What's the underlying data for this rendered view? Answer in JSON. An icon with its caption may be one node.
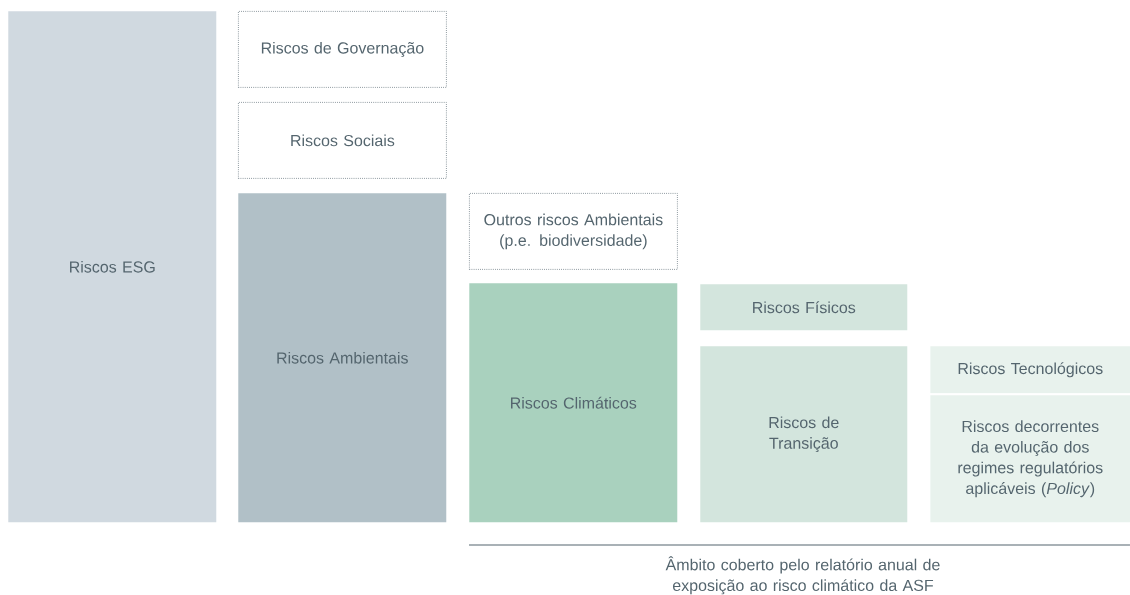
{
  "diagram": {
    "caption": "Âmbito coberto pelo relatório anual de exposição ao risco climático da ASF",
    "nodes": [
      {
        "text": [
          "Riscos ESG"
        ]
      },
      {
        "text": [
          "Riscos de Governação"
        ]
      },
      {
        "text": [
          "Riscos Sociais"
        ]
      },
      {
        "text": [
          "Riscos Ambientais"
        ]
      },
      {
        "text": [
          "Outros riscos Ambientais (p.e. biodiversidade)"
        ]
      },
      {
        "text": [
          "Riscos Climáticos"
        ]
      },
      {
        "text": [
          "Riscos Físicos"
        ]
      },
      {
        "text": [
          "Riscos de Transição"
        ]
      },
      {
        "text": [
          "Riscos Tecnológicos"
        ]
      },
      {
        "text": [
          "Riscos decorrentes da evolução dos regimes regulatórios aplicáveis (*Policy*)"
        ]
      }
    ]
  }
}
